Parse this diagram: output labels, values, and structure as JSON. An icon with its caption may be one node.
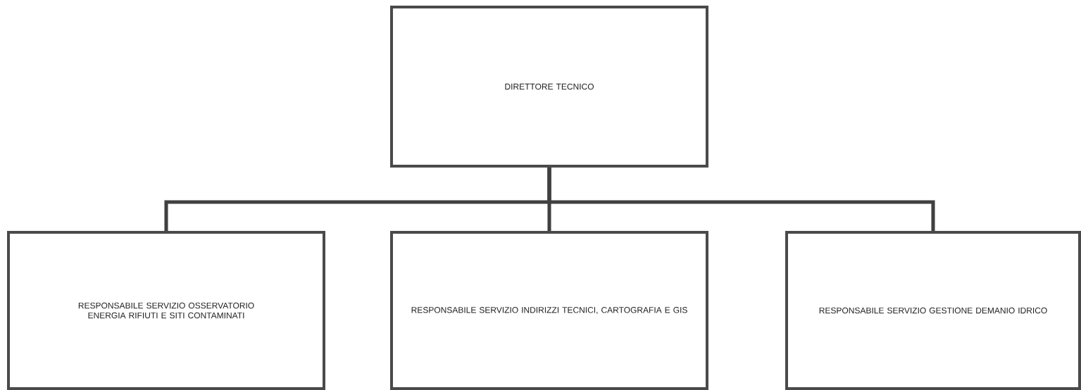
{
  "diagram": {
    "nodes": [
      {
        "text": [
          "DIRETTORE TECNICO"
        ]
      },
      {
        "text": [
          "RESPONSABILE SERVIZIO OSSERVATORIO  ENERGIA RIFIUTI E SITI CONTAMINATI"
        ]
      },
      {
        "text": [
          "RESPONSABILE SERVIZIO INDIRIZZI TECNICI, CARTOGRAFIA E GIS"
        ]
      },
      {
        "text": [
          "RESPONSABILE SERVIZIO GESTIONE DEMANIO IDRICO"
        ]
      }
    ],
    "edges": [
      {
        "from": 0,
        "to": 1,
        "arrow": "none"
      },
      {
        "from": 0,
        "to": 2,
        "arrow": "none"
      },
      {
        "from": 0,
        "to": 3,
        "arrow": "none"
      }
    ]
  }
}
